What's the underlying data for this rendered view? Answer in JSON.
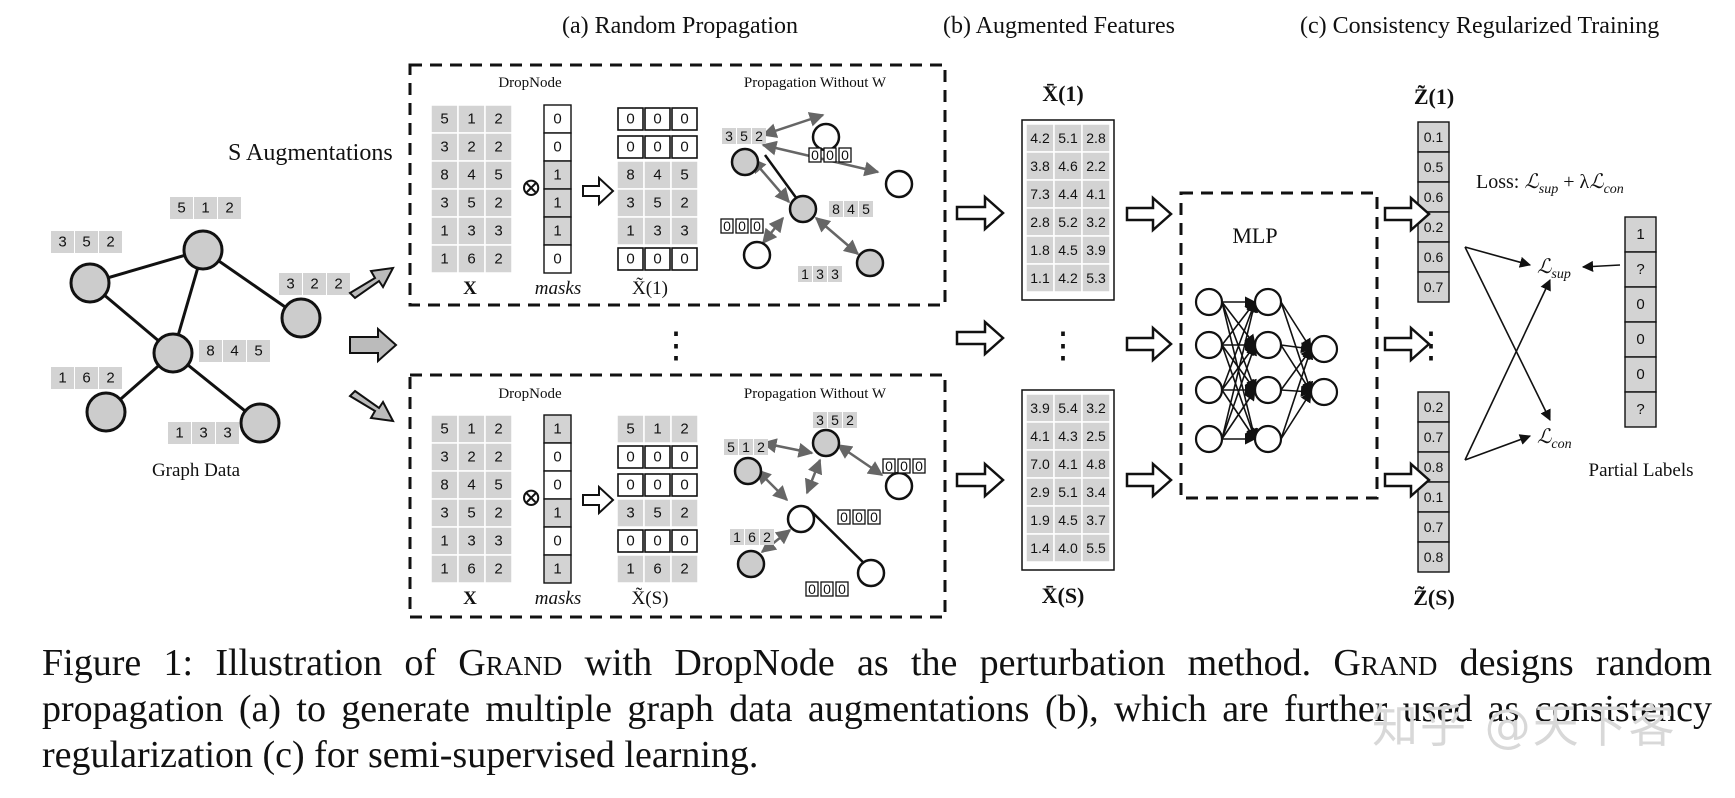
{
  "titles": {
    "a": "(a) Random Propagation",
    "b": "(b) Augmented Features",
    "c": "(c)  Consistency Regularized Training"
  },
  "labels": {
    "s_aug": "S Augmentations",
    "graph_data": "Graph Data",
    "dropnode": "DropNode",
    "propagation": "Propagation Without W",
    "x": "X",
    "masks": "masks",
    "xt1": "X̃(1)",
    "xts": "X̃(S)",
    "xbar1": "X̄(1)",
    "xbars": "X̄(S)",
    "mlp": "MLP",
    "z1": "Z̃(1)",
    "zs": "Z̃(S)",
    "loss": "Loss: ℒsup + λℒcon",
    "l_sup": "ℒsup",
    "l_con": "ℒcon",
    "partial_labels": "Partial Labels",
    "otimes": "⊗",
    "vdots": "⋮"
  },
  "graph": {
    "features": [
      "5 1 2",
      "3 5 2",
      "3 2 2",
      "8 4 5",
      "1 6 2",
      "1 3 3"
    ]
  },
  "aug1": {
    "X": [
      [
        "5",
        "1",
        "2"
      ],
      [
        "3",
        "2",
        "2"
      ],
      [
        "8",
        "4",
        "5"
      ],
      [
        "3",
        "5",
        "2"
      ],
      [
        "1",
        "3",
        "3"
      ],
      [
        "1",
        "6",
        "2"
      ]
    ],
    "masks": [
      "0",
      "0",
      "1",
      "1",
      "1",
      "0"
    ],
    "Xt": [
      [
        "0",
        "0",
        "0"
      ],
      [
        "0",
        "0",
        "0"
      ],
      [
        "8",
        "4",
        "5"
      ],
      [
        "3",
        "5",
        "2"
      ],
      [
        "1",
        "3",
        "3"
      ],
      [
        "0",
        "0",
        "0"
      ]
    ],
    "prop_features": [
      "3 5 2",
      "0 0 0",
      "8 4 5",
      "0 0 0",
      "1 3 3"
    ]
  },
  "aug2": {
    "X": [
      [
        "5",
        "1",
        "2"
      ],
      [
        "3",
        "2",
        "2"
      ],
      [
        "8",
        "4",
        "5"
      ],
      [
        "3",
        "5",
        "2"
      ],
      [
        "1",
        "3",
        "3"
      ],
      [
        "1",
        "6",
        "2"
      ]
    ],
    "masks": [
      "1",
      "0",
      "0",
      "1",
      "0",
      "1"
    ],
    "Xt": [
      [
        "5",
        "1",
        "2"
      ],
      [
        "0",
        "0",
        "0"
      ],
      [
        "0",
        "0",
        "0"
      ],
      [
        "3",
        "5",
        "2"
      ],
      [
        "0",
        "0",
        "0"
      ],
      [
        "1",
        "6",
        "2"
      ]
    ],
    "prop_features": [
      "5 1 2",
      "3 5 2",
      "0 0 0",
      "0 0 0",
      "1 6 2",
      "0 0 0"
    ]
  },
  "augmented_features": {
    "x1": [
      [
        "4.2",
        "5.1",
        "2.8"
      ],
      [
        "3.8",
        "4.6",
        "2.2"
      ],
      [
        "7.3",
        "4.4",
        "4.1"
      ],
      [
        "2.8",
        "5.2",
        "3.2"
      ],
      [
        "1.8",
        "4.5",
        "3.9"
      ],
      [
        "1.1",
        "4.2",
        "5.3"
      ]
    ],
    "xs": [
      [
        "3.9",
        "5.4",
        "3.2"
      ],
      [
        "4.1",
        "4.3",
        "2.5"
      ],
      [
        "7.0",
        "4.1",
        "4.8"
      ],
      [
        "2.9",
        "5.1",
        "3.4"
      ],
      [
        "1.9",
        "4.5",
        "3.7"
      ],
      [
        "1.4",
        "4.0",
        "5.5"
      ]
    ]
  },
  "outputs": {
    "z1": [
      "0.1",
      "0.5",
      "0.6",
      "0.2",
      "0.6",
      "0.7"
    ],
    "zs": [
      "0.2",
      "0.7",
      "0.8",
      "0.1",
      "0.7",
      "0.8"
    ]
  },
  "partial_labels": [
    "1",
    "?",
    "0",
    "0",
    "0",
    "?"
  ],
  "caption": {
    "prefix": "Figure 1: Illustration of ",
    "grand": "Grand",
    "mid1": " with DropNode as the perturbation method.  ",
    "mid2": " designs random propagation (a) to generate multiple graph data augmentations (b), which are further used as consistency regularization (c) for semi-supervised learning."
  },
  "watermark": "知乎 @天下客",
  "colors": {
    "cell_fill": "#d3d3d3",
    "node_fill": "#cccccc",
    "arrow_gray": "#666666"
  }
}
